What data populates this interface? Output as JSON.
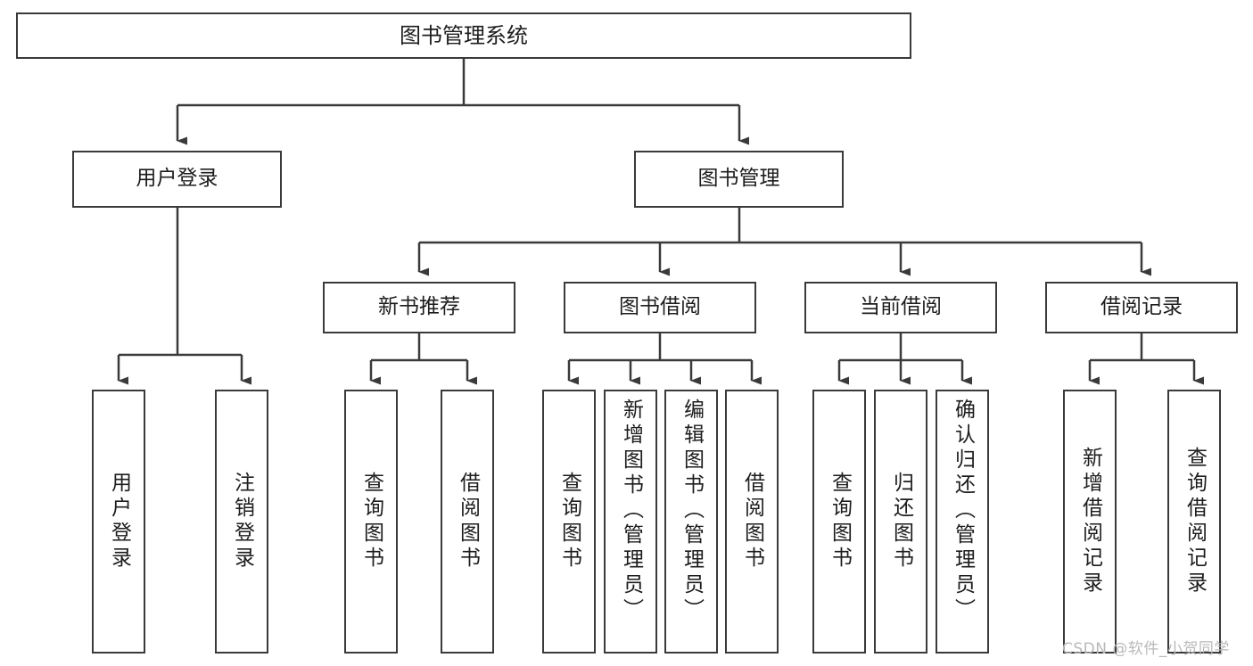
{
  "diagram": {
    "title": "图书管理系统",
    "type": "tree-hierarchy",
    "root": {
      "label": "图书管理系统"
    },
    "level2": [
      {
        "label": "用户登录"
      },
      {
        "label": "图书管理"
      }
    ],
    "level3": [
      {
        "label": "新书推荐"
      },
      {
        "label": "图书借阅"
      },
      {
        "label": "当前借阅"
      },
      {
        "label": "借阅记录"
      }
    ],
    "leaves": {
      "user_login": [
        {
          "label": "用户登录"
        },
        {
          "label": "注销登录"
        }
      ],
      "new_book_recommend": [
        {
          "label": "查询图书"
        },
        {
          "label": "借阅图书"
        }
      ],
      "book_borrow": [
        {
          "label": "查询图书"
        },
        {
          "label": "新增图书（管理员）"
        },
        {
          "label": "编辑图书（管理员）"
        },
        {
          "label": "借阅图书"
        }
      ],
      "current_borrow": [
        {
          "label": "查询图书"
        },
        {
          "label": "归还图书"
        },
        {
          "label": "确认归还（管理员）"
        }
      ],
      "borrow_record": [
        {
          "label": "新增借阅记录"
        },
        {
          "label": "查询借阅记录"
        }
      ]
    }
  },
  "watermark": {
    "text": "CSDN @软件_小贺同学"
  },
  "colors": {
    "border": "#3a3a3a",
    "text": "#1d1d1d",
    "background": "#ffffff",
    "watermark": "#b9b9b9"
  }
}
